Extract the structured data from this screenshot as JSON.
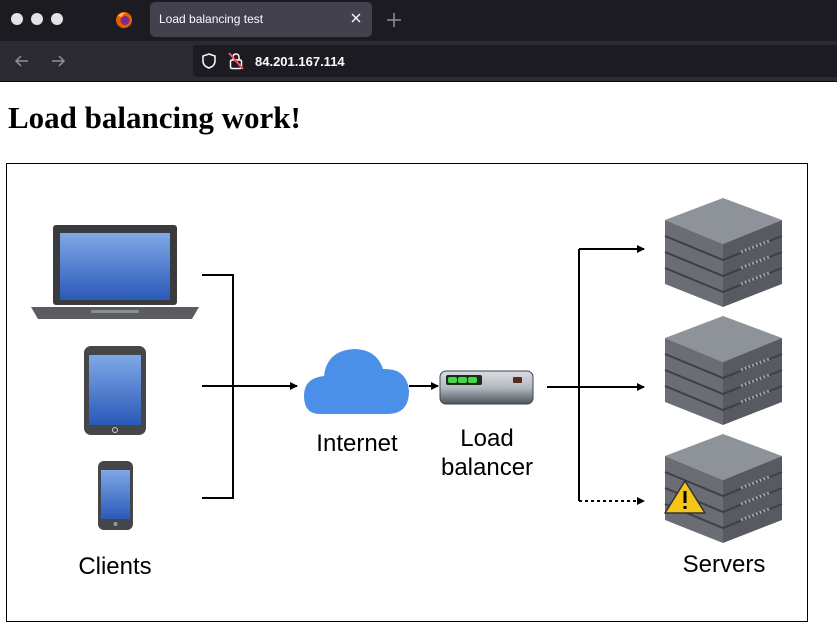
{
  "browser": {
    "tab_title": "Load balancing test",
    "url": "84.201.167.114"
  },
  "page": {
    "heading": "Load balancing work!"
  },
  "diagram": {
    "labels": {
      "clients": "Clients",
      "internet": "Internet",
      "load_balancer_line1": "Load",
      "load_balancer_line2": "balancer",
      "servers": "Servers"
    },
    "clients": [
      "laptop-icon",
      "tablet-icon",
      "phone-icon"
    ],
    "servers": [
      {
        "name": "server-rack-1-icon",
        "status": "ok"
      },
      {
        "name": "server-rack-2-icon",
        "status": "ok"
      },
      {
        "name": "server-rack-3-icon",
        "status": "warning"
      }
    ],
    "colors": {
      "cloud": "#4a90e8",
      "server": "#7b7f86",
      "warning": "#f5c518",
      "led": "#49d64d"
    }
  }
}
